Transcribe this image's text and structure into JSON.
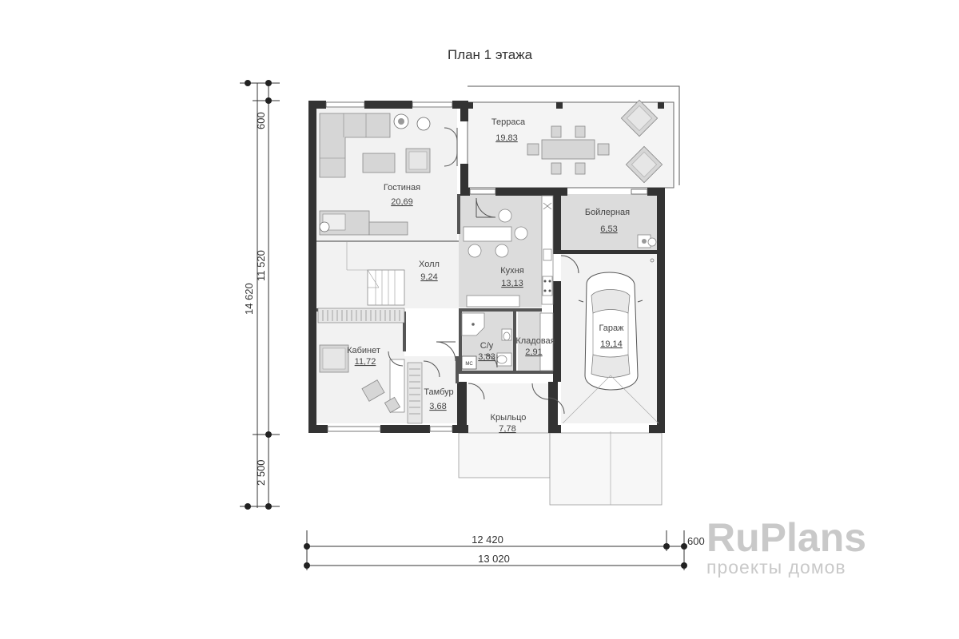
{
  "title": "План 1 этажа",
  "rooms": {
    "terrace": {
      "name": "Терраса",
      "area": "19,83"
    },
    "living": {
      "name": "Гостиная",
      "area": "20,69"
    },
    "boiler": {
      "name": "Бойлерная",
      "area": "6,53"
    },
    "hall": {
      "name": "Холл",
      "area": "9,24"
    },
    "kitchen": {
      "name": "Кухня",
      "area": "13,13"
    },
    "garage": {
      "name": "Гараж",
      "area": "19,14"
    },
    "office": {
      "name": "Кабинет",
      "area": "11,72"
    },
    "bathroom": {
      "name": "С/у",
      "area": "3,83"
    },
    "storage": {
      "name": "Кладовая",
      "area": "2,91"
    },
    "vestibule": {
      "name": "Тамбур",
      "area": "3,68"
    },
    "porch": {
      "name": "Крыльцо",
      "area": "7,78"
    }
  },
  "fixture": {
    "wc_label": "МС"
  },
  "dimensions": {
    "left_top": "600",
    "left_middle": "11 520",
    "left_total": "14 620",
    "left_bottom": "2 500",
    "bottom_main": "12 420",
    "bottom_extra": "600",
    "bottom_total": "13 020"
  },
  "watermark": {
    "brand": "RuPlans",
    "tagline": "проекты домов"
  }
}
